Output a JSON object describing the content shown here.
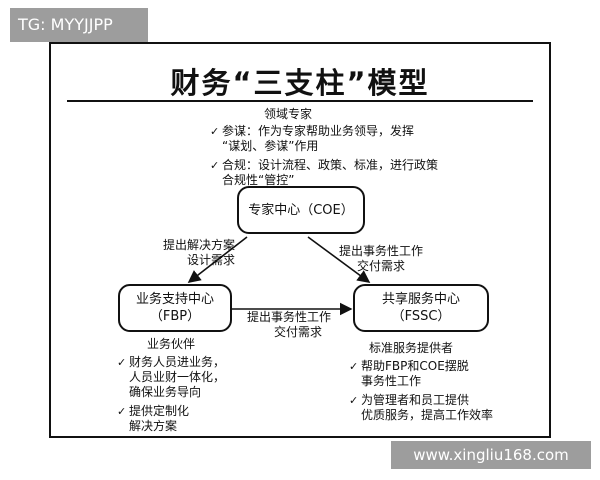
{
  "tg_label": "TG: MYYJJPP",
  "watermark": "www.xingliu168.com",
  "title": "财务“三支柱”模型",
  "coe": {
    "heading": "领域专家",
    "bullets": [
      [
        "参谋：作为专家帮助业务领导，发挥",
        "“谋划、参谋”作用"
      ],
      [
        "合规：设计流程、政策、标准，进行政策",
        "合规性“管控”"
      ]
    ],
    "box": "专家中心（COE）"
  },
  "fbp": {
    "box_line1": "业务支持中心",
    "box_line2": "（FBP）",
    "heading": "业务伙伴",
    "bullets": [
      [
        "财务人员进业务，",
        "人员业财一体化，",
        "确保业务导向"
      ],
      [
        "提供定制化",
        "解决方案"
      ]
    ]
  },
  "fssc": {
    "box_line1": "共享服务中心",
    "box_line2": "（FSSC）",
    "heading": "标准服务提供者",
    "bullets": [
      [
        "帮助FBP和COE摆脱",
        "事务性工作"
      ],
      [
        "为管理者和员工提供",
        "优质服务，提高工作效率"
      ]
    ]
  },
  "arrows": {
    "left": [
      "提出解决方案",
      "设计需求"
    ],
    "right": [
      "提出事务性工作",
      "交付需求"
    ],
    "bottom": [
      "提出事务性工作",
      "交付需求"
    ]
  }
}
